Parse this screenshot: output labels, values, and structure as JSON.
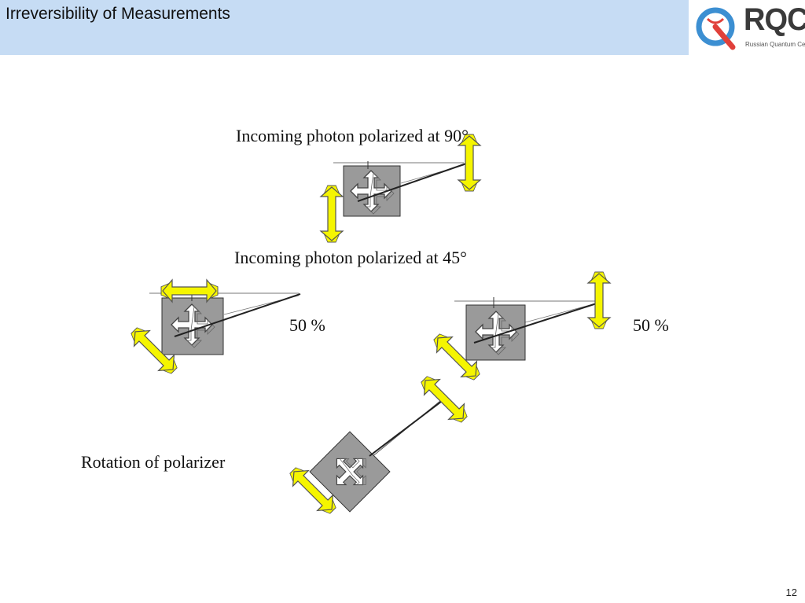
{
  "slide": {
    "title": "Irreversibility of Measurements",
    "page_number": "12"
  },
  "logo": {
    "name": "RQC",
    "subtitle": "Russian Quantum Center",
    "colors": {
      "red": "#e0403a",
      "blue": "#3c8fd2",
      "text": "#3a3a3a"
    }
  },
  "diagram": {
    "label_90": "Incoming photon polarized at 90°",
    "label_45": "Incoming photon polarized at 45°",
    "percent_left": "50 %",
    "percent_right": "50 %",
    "rotation_label": "Rotation of polarizer",
    "colors": {
      "polarizer": "#9a9a9a",
      "arrow": "#f5f500",
      "outline": "#333333"
    }
  }
}
